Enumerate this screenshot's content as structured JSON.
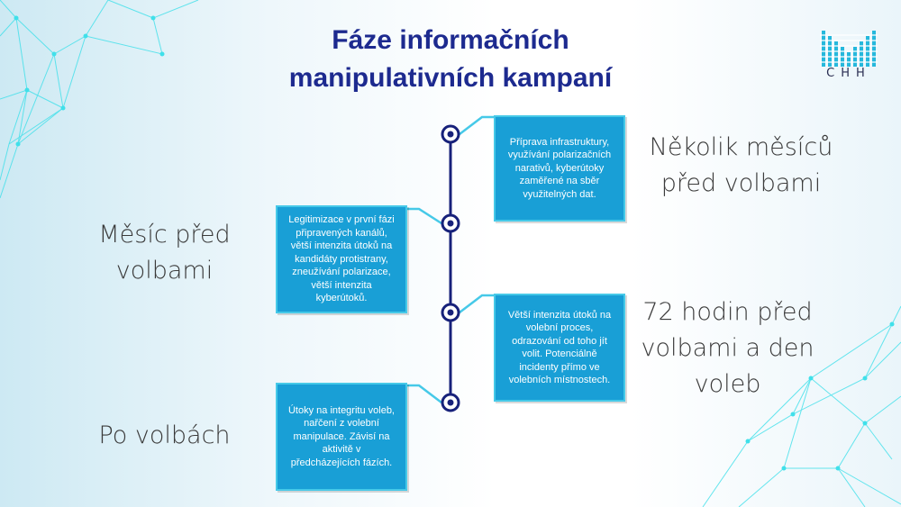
{
  "title": {
    "line1": "Fáze informačních",
    "line2": "manipulativních kampaní"
  },
  "logo": {
    "text": "CHH",
    "icon": "bar-equalizer-logo-icon"
  },
  "phases": [
    {
      "label": "Několik měsíců před volbami",
      "line1": "Několik měsíců",
      "line2": "před volbami",
      "description": "Příprava infrastruktury, využívání polarizačních narativů, kyberútoky zaměřené na sběr využitelných dat."
    },
    {
      "label": "Měsíc před volbami",
      "line1": "Měsíc před",
      "line2": "volbami",
      "description": "Legitimizace v první fázi připravených kanálů, větší intenzita útoků na kandidáty protistrany, zneužívání polarizace, větší intenzita kyberútoků."
    },
    {
      "label": "72 hodin před volbami a den voleb",
      "line1": "72 hodin před",
      "line2": "volbami a den",
      "line3": "voleb",
      "description": "Větší intenzita útoků na volební proces, odrazování od toho jít volit. Potenciálně incidenty přímo ve volebních místnostech."
    },
    {
      "label": "Po volbách",
      "line1": "Po volbách",
      "description": "Útoky na integritu voleb, nařčení z volební manipulace. Závisí na aktivitě v předcházejících fázích."
    }
  ],
  "colors": {
    "title": "#1d2a8f",
    "timeline": "#17217a",
    "box": "#199fd6",
    "box_border": "#46c9e8",
    "decoration": "#3fe0ea"
  }
}
